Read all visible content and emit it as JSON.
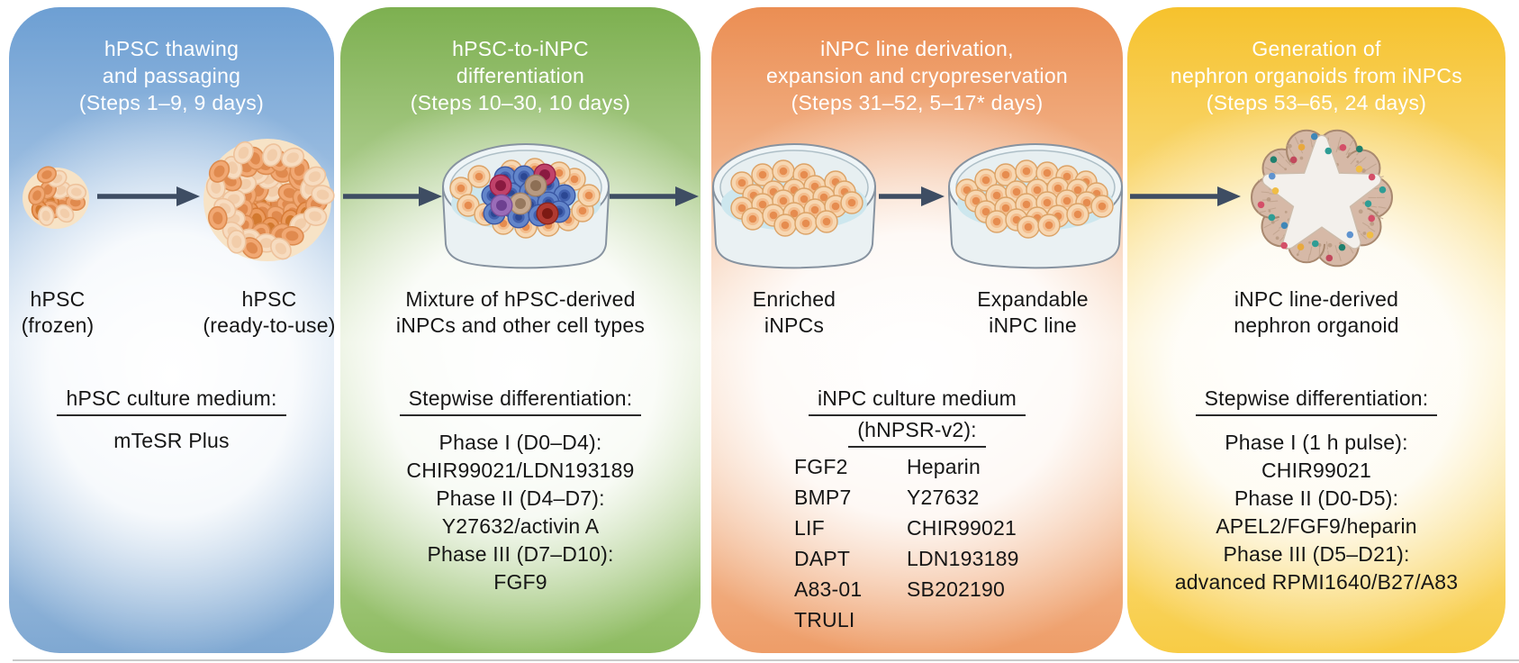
{
  "figure": {
    "arrow_color": "#3e4d63",
    "bottom_rule_color": "#c9caca"
  },
  "panels": [
    {
      "id": "hpsc-thawing",
      "title": "hPSC thawing\nand passaging\n(Steps 1–9, 9 days)",
      "colors": {
        "top": "#6d9fd3",
        "mid": "#c9dbee",
        "bottom": "#7fa8d2"
      },
      "caption_left": "hPSC\n(frozen)",
      "caption_right": "hPSC\n(ready-to-use)",
      "header": "hPSC culture medium:",
      "body": [
        "mTeSR Plus"
      ]
    },
    {
      "id": "hpsc-to-inpc-differentiation",
      "title": "hPSC-to-iNPC\ndifferentiation\n(Steps 10–30, 10 days)",
      "colors": {
        "top": "#7db050",
        "mid": "#d9e7c6",
        "bottom": "#8dbb60"
      },
      "caption": "Mixture of hPSC-derived\niNPCs and other cell types",
      "header": "Stepwise differentiation:",
      "body": [
        "Phase I (D0–D4):",
        "CHIR99021/LDN193189",
        "Phase II (D4–D7):",
        "Y27632/activin A",
        "Phase III (D7–D10):",
        "FGF9"
      ]
    },
    {
      "id": "inpc-line-derivation",
      "title": "iNPC line derivation,\nexpansion and cryopreservation\n(Steps 31–52, 5–17* days)",
      "colors": {
        "top": "#eb8e53",
        "mid": "#f9dcc6",
        "bottom": "#ee9d68"
      },
      "caption_left": "Enriched\niNPCs",
      "caption_right": "Expandable\niNPC line",
      "header_line1": "iNPC culture medium",
      "header_line2": "(hNPSR-v2):",
      "list_left": [
        "FGF2",
        "BMP7",
        "LIF",
        "DAPT",
        "A83-01",
        "TRULI"
      ],
      "list_right": [
        "Heparin",
        "Y27632",
        "CHIR99021",
        "LDN193189",
        "SB202190"
      ]
    },
    {
      "id": "nephron-organoid-generation",
      "title": "Generation of\nnephron organoids from iNPCs\n(Steps 53–65, 24 days)",
      "colors": {
        "top": "#f6c22d",
        "mid": "#fcecb4",
        "bottom": "#f8cc45"
      },
      "caption": "iNPC line-derived\nnephron organoid",
      "header": "Stepwise differentiation:",
      "body": [
        "Phase I (1 h pulse):",
        "CHIR99021",
        "Phase II (D0-D5):",
        "APEL2/FGF9/heparin",
        "Phase III (D5–D21):",
        "advanced RPMI1640/B27/A83"
      ]
    }
  ]
}
